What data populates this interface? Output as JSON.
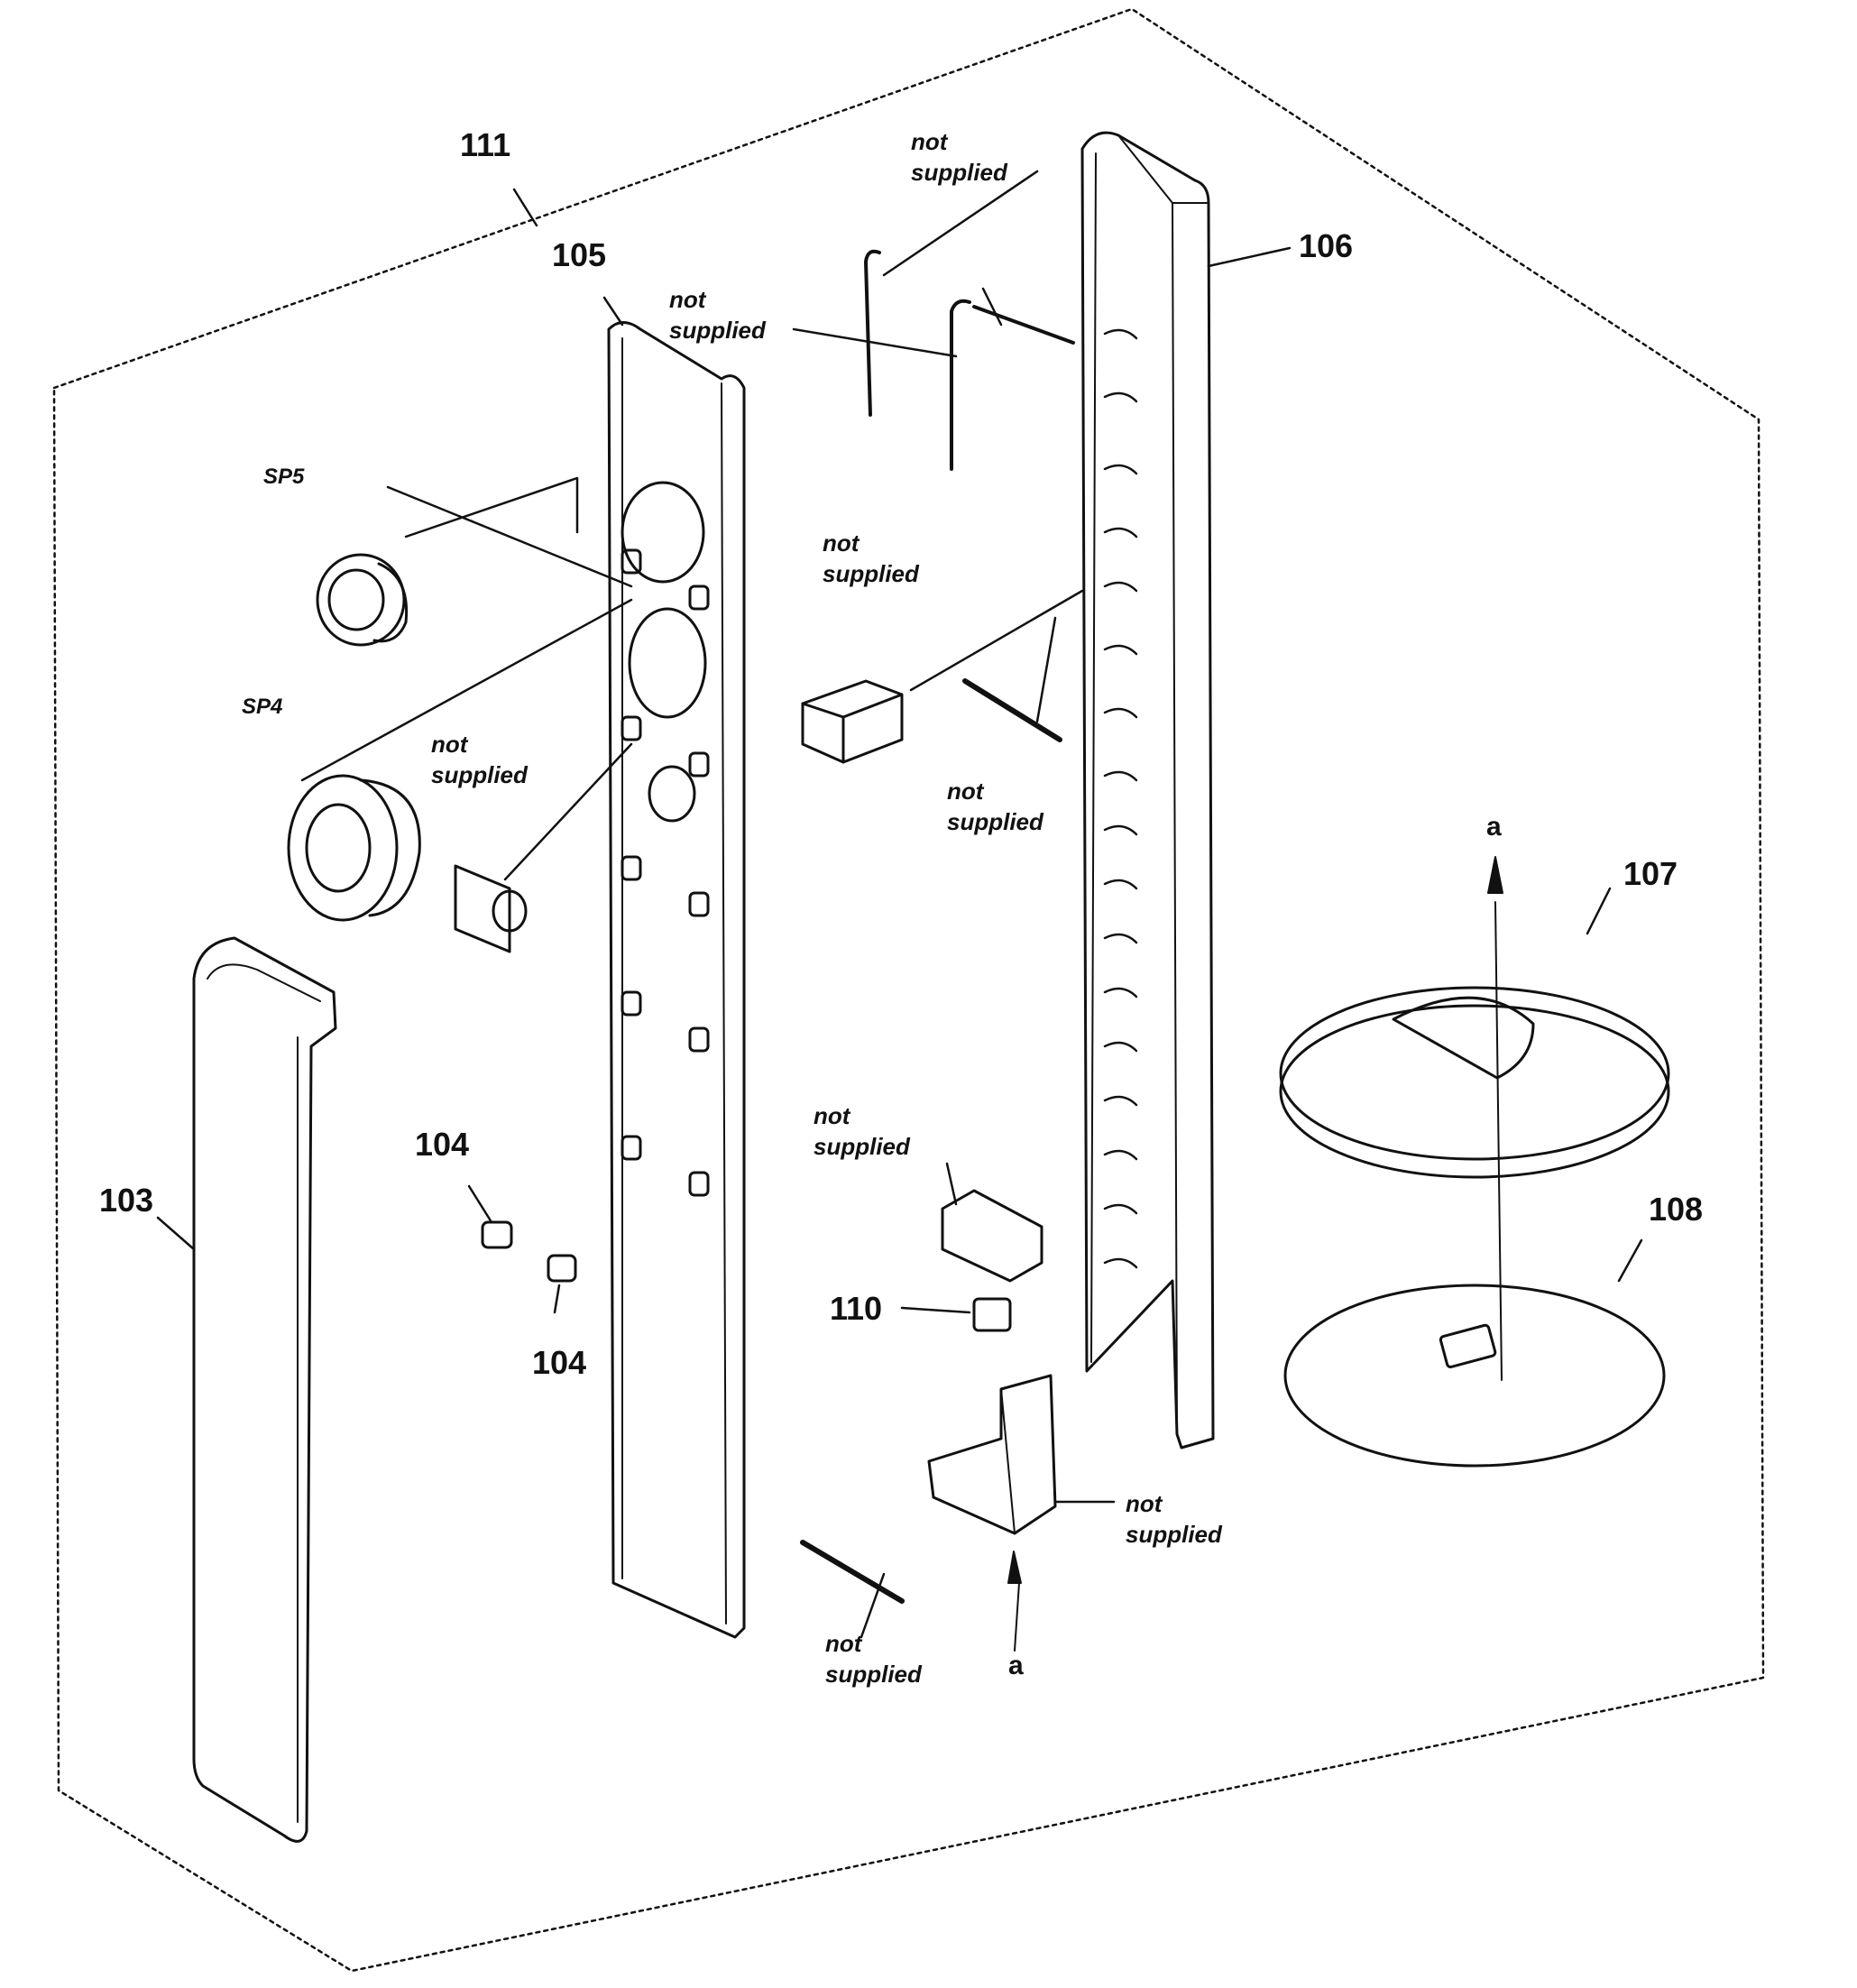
{
  "callouts": {
    "c111": "111",
    "c105": "105",
    "c106": "106",
    "c107": "107",
    "c108": "108",
    "c103": "103",
    "c104a": "104",
    "c104b": "104",
    "c110": "110",
    "sp5": "SP5",
    "sp4": "SP4",
    "a_top": "a",
    "a_bottom": "a"
  },
  "not_supplied": {
    "line1": "not",
    "line2": "supplied"
  }
}
